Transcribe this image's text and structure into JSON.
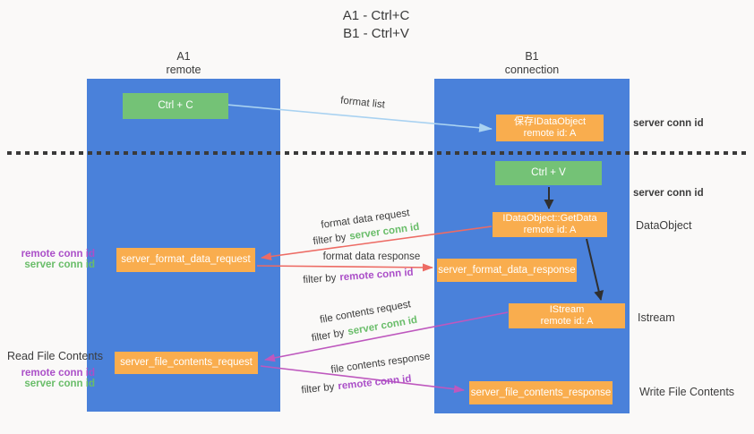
{
  "title": {
    "line1": "A1 - Ctrl+C",
    "line2": "B1 - Ctrl+V"
  },
  "columns": {
    "left": {
      "name": "A1",
      "role": "remote"
    },
    "right": {
      "name": "B1",
      "role": "connection"
    }
  },
  "nodes": {
    "ctrl_c": "Ctrl + C",
    "save_dataobject": {
      "line1": "保存IDataObject",
      "line2": "remote id: A"
    },
    "ctrl_v": "Ctrl + V",
    "getdata": {
      "line1": "IDataObject::GetData",
      "line2": "remote id: A"
    },
    "format_request": "server_format_data_request",
    "format_response": "server_format_data_response",
    "istream": {
      "line1": "IStream",
      "line2": "remote id: A"
    },
    "file_request": "server_file_contents_request",
    "file_response": "server_file_contents_response"
  },
  "arrow_labels": {
    "format_list": "format list",
    "format_data_request": "format data request",
    "format_data_response": "format data response",
    "file_contents_request": "file contents request",
    "file_contents_response": "file contents response",
    "filter_by": "filter by",
    "server_conn_id": "server conn id",
    "remote_conn_id": "remote conn id"
  },
  "side_labels": {
    "server_conn_id_top": "server conn id",
    "server_conn_id_mid": "server conn id",
    "dataobject": "DataObject",
    "istream": "Istream",
    "read_file_contents": "Read File Contents",
    "write_file_contents": "Write File Contents",
    "remote_conn_id": "remote conn id",
    "server_conn_id": "server conn id"
  },
  "colors": {
    "column": "#4a81da",
    "node_green": "#74c276",
    "node_orange": "#f9ad4e",
    "arrow_blue": "#a9d2f1",
    "arrow_red": "#ed6b64",
    "arrow_magenta": "#be58be",
    "arrow_black": "#2f2f2f",
    "text_green": "#69bd69",
    "text_purple": "#ab4fc8",
    "text_dark": "#3c3c3c"
  }
}
